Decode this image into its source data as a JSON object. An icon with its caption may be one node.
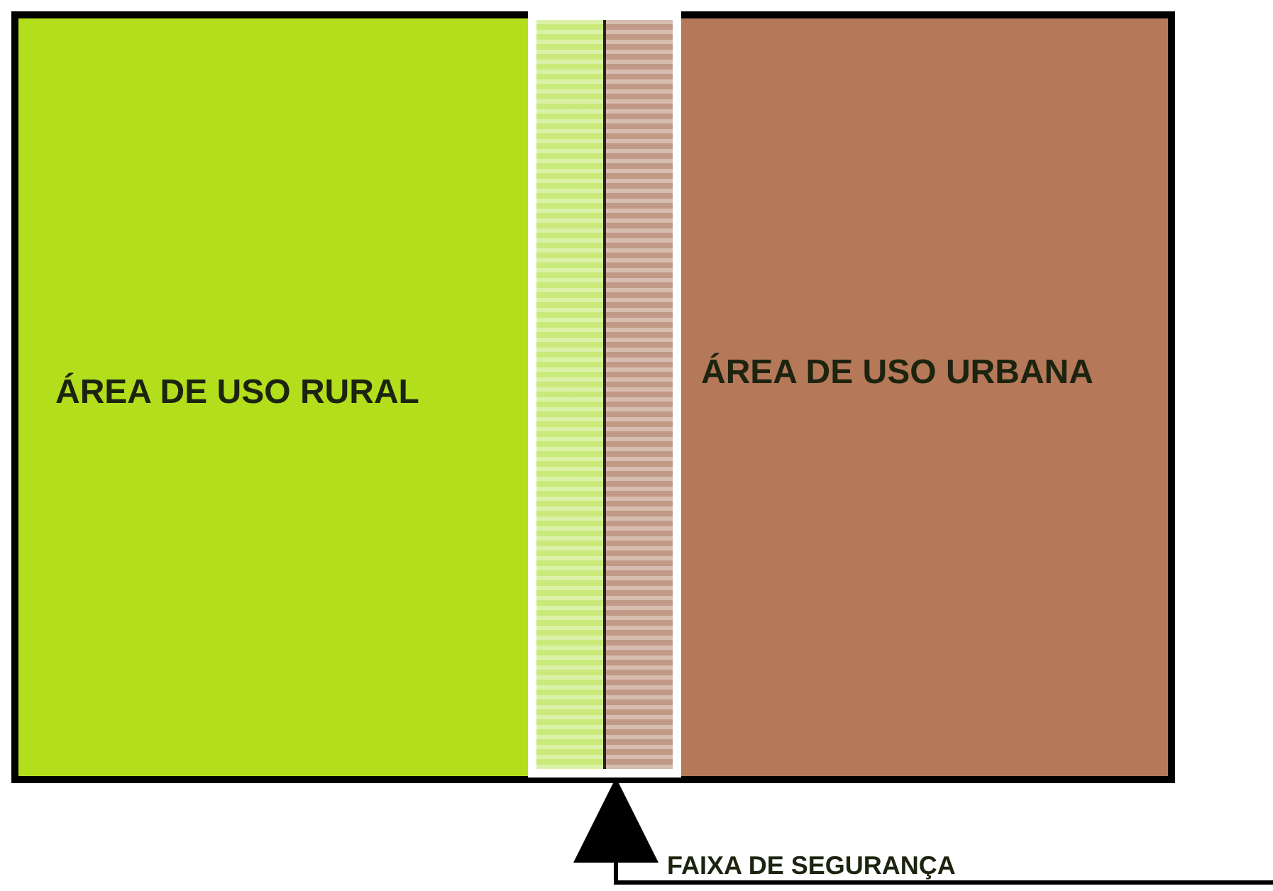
{
  "diagram": {
    "nodes": [
      {
        "text": [
          "ÁREA DE USO RURAL"
        ]
      },
      {
        "text": [
          "ÁREA DE USO URBANA"
        ]
      },
      {
        "text": [],
        "shape": "bar"
      },
      {
        "text": [
          "FAIXA DE SEGURANÇA"
        ]
      }
    ],
    "edges": [
      {
        "from": 3,
        "to": 2,
        "arrow": "to"
      }
    ]
  }
}
